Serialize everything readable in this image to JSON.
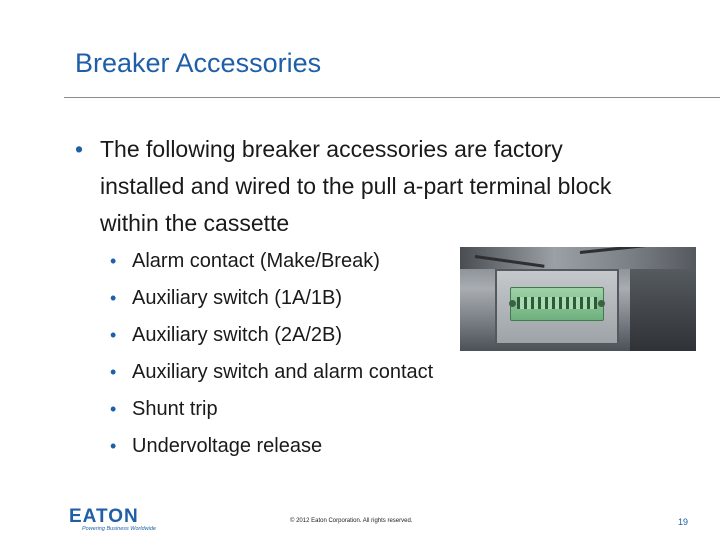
{
  "slide": {
    "title": "Breaker Accessories",
    "intro_bullet": "The following breaker accessories are factory installed and wired to the pull a-part terminal block within the cassette",
    "accessories": [
      "Alarm contact (Make/Break)",
      "Auxiliary switch (1A/1B)",
      "Auxiliary switch (2A/2B)",
      "Auxiliary switch and alarm contact",
      "Shunt trip",
      "Undervoltage release"
    ]
  },
  "footer": {
    "logo_text": "EATON",
    "tagline": "Powering Business Worldwide",
    "copyright": "© 2012 Eaton Corporation. All rights reserved.",
    "page_number": "19"
  },
  "colors": {
    "accent": "#1f5fa8",
    "text": "#1a1a1a",
    "connector_green": "#8cc79a"
  },
  "photo": {
    "subject": "green-terminal-block-connector"
  }
}
